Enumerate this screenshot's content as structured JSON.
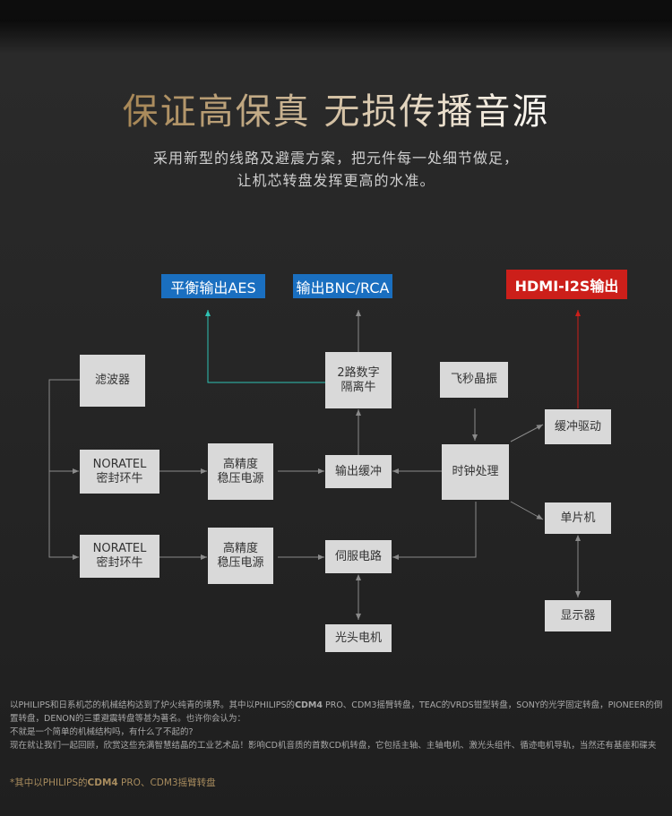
{
  "title": "保证高保真 无损传播音源",
  "subtitle": [
    "采用新型的线路及避震方案，把元件每一处细节做足，",
    "让机芯转盘发挥更高的水准。"
  ],
  "outputs": {
    "aes": "平衡输出AES",
    "bnc": "输出BNC/RCA",
    "hdmi": "HDMI-I2S输出"
  },
  "colors": {
    "blue": "#1a6fc0",
    "red": "#cc1f1a",
    "cyan": "#2fc2b4",
    "line": "#8a8a8a"
  },
  "boxes": {
    "filter": "滤波器",
    "noratel1_a": "NORATEL",
    "noratel1_b": "密封环牛",
    "noratel2_a": "NORATEL",
    "noratel2_b": "密封环牛",
    "psu1_a": "高精度",
    "psu1_b": "稳压电源",
    "psu2_a": "高精度",
    "psu2_b": "稳压电源",
    "iso_a": "2路数字",
    "iso_b": "隔离牛",
    "outbuf": "输出缓冲",
    "servo": "伺服电路",
    "motor": "光头电机",
    "osc": "飞秒晶振",
    "clock": "时钟处理",
    "bufdrv": "缓冲驱动",
    "mcu": "单片机",
    "display": "显示器"
  },
  "paragraph": [
    "以PHILIPS和日系机芯的机械结构达到了炉火纯青的境界。其中以PHILIPS的",
    "CDM4",
    " PRO、CDM3摇臂转盘，TEAC的VRDS钳型转盘，SONY的光学固定转盘，PIONEER的倒置转盘，DENON的三重避震转盘等甚为著名。也许你会认为：",
    "不就是一个简单的机械结构吗，有什么了不起的?",
    "现在就让我们一起回顾，欣赏这些充满智慧结晶的工业艺术品！影响CD机音质的首数CD机转盘，它包括主轴、主轴电机、激光头组件、循迹电机导轨，当然还有基座和碟夹"
  ],
  "note": [
    "*其中以PHILIPS的",
    "CDM4",
    " PRO、CDM3摇臂转盘"
  ]
}
